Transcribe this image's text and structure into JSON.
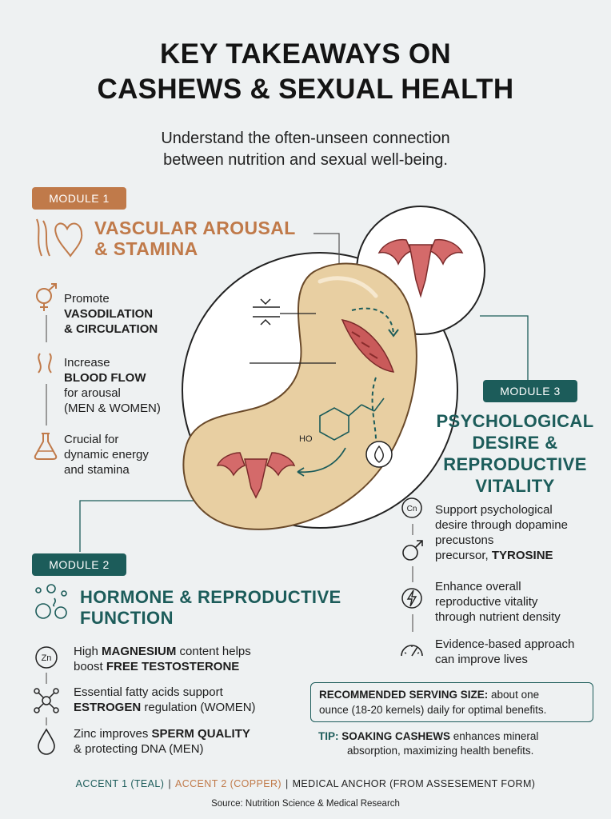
{
  "title": {
    "line1": "KEY TAKEAWAYS ON",
    "line2": "CASHEWS & SEXUAL HEALTH"
  },
  "subtitle": {
    "line1": "Understand the often-unseen connection",
    "line2": "between nutrition and sexual well-being."
  },
  "colors": {
    "accent_teal": "#1c5c5a",
    "accent_copper": "#c07a4a",
    "background": "#eef1f2",
    "cashew": "#e8cfa2"
  },
  "module1": {
    "badge": "MODULE 1",
    "title_line1": "VASCULAR AROUSAL",
    "title_line2": "& STAMINA",
    "title_icon": "vascular-heart-icon",
    "items": [
      {
        "icon": "gender-symbol-icon",
        "line1": "Promote",
        "bold1": "VASODILATION",
        "bold2": "& CIRCULATION"
      },
      {
        "icon": "blood-flow-icon",
        "line1": "Increase",
        "bold1": "BLOOD FLOW",
        "line3": "for arousal",
        "line4": "(MEN & WOMEN)"
      },
      {
        "icon": "flask-icon",
        "line1": "Crucial for",
        "line2": "dynamic energy",
        "line3": "and stamina"
      }
    ]
  },
  "module2": {
    "badge": "MODULE 2",
    "title_line1": "HORMONE & REPRODUCTIVE",
    "title_line2": "FUNCTION",
    "title_icon": "cells-icon",
    "items": [
      {
        "icon": "zinc-icon",
        "icon_label": "Zn",
        "pre": "High ",
        "bold": "MAGNESIUM",
        "post": " content helps",
        "line2_pre": "boost ",
        "line2_bold": "FREE TESTOSTERONE"
      },
      {
        "icon": "molecule-icon",
        "pre": "Essential fatty acids support",
        "line2_bold": "ESTROGEN",
        "line2_post": " regulation (WOMEN)"
      },
      {
        "icon": "droplet-icon",
        "pre": "Zinc improves ",
        "bold": "SPERM QUALITY",
        "line2_pre": "& protecting DNA (MEN)"
      }
    ]
  },
  "module3": {
    "badge": "MODULE 3",
    "title_line1": "PSYCHOLOGICAL",
    "title_line2": "DESIRE &",
    "title_line3": "REPRODUCTIVE",
    "title_line4": "VITALITY",
    "items": [
      {
        "icon": "copper-icon",
        "icon_label": "Cn",
        "line1": "Support psychological",
        "line2": "desire through dopamine",
        "line3": "precustons",
        "line4_pre": "precursor, ",
        "line4_bold": "TYROSINE"
      },
      {
        "icon": "male-symbol-icon",
        "line1": "Enhance overall",
        "line2": "reproductive vitality",
        "line3": "through nutrient density"
      },
      {
        "icon": "gauge-icon",
        "line1": "Evidence-based approach",
        "line2": "can improve lives"
      }
    ]
  },
  "illustration": {
    "ho_label": "HO"
  },
  "serving": {
    "label": "RECOMMENDED SERVING SIZE:",
    "text1": " about one",
    "text2": "ounce (18-20 kernels) daily for optimal benefits."
  },
  "tip": {
    "label": "TIP:",
    "bold": "SOAKING CASHEWS",
    "text1": " enhances mineral",
    "text2": "absorption, maximizing health benefits."
  },
  "footer": {
    "accent1": "ACCENT 1 (TEAL)",
    "sep": "|",
    "accent2": "ACCENT 2 (COPPER)",
    "anchor": "MEDICAL ANCHOR (FROM ASSESEMENT FORM)",
    "source": "Source: Nutrition Science & Medical Research"
  }
}
